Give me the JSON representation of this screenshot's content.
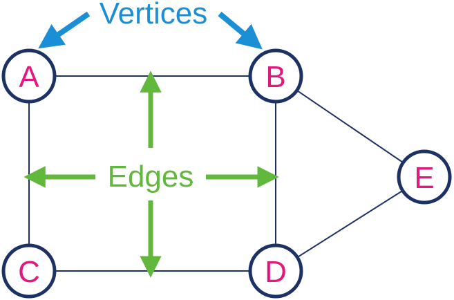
{
  "title": "Vertices",
  "edges_label": "Edges",
  "colors": {
    "vertex_label": "#e0197d",
    "vertex_outline": "#1c3264",
    "edge_line": "#1c3264",
    "vertices_annotation": "#1a8fd6",
    "edges_annotation": "#62b83d"
  },
  "vertices": [
    "A",
    "B",
    "C",
    "D",
    "E"
  ],
  "edges": [
    {
      "from": "A",
      "to": "B"
    },
    {
      "from": "A",
      "to": "C"
    },
    {
      "from": "B",
      "to": "D"
    },
    {
      "from": "C",
      "to": "D"
    },
    {
      "from": "B",
      "to": "E"
    },
    {
      "from": "D",
      "to": "E"
    }
  ]
}
